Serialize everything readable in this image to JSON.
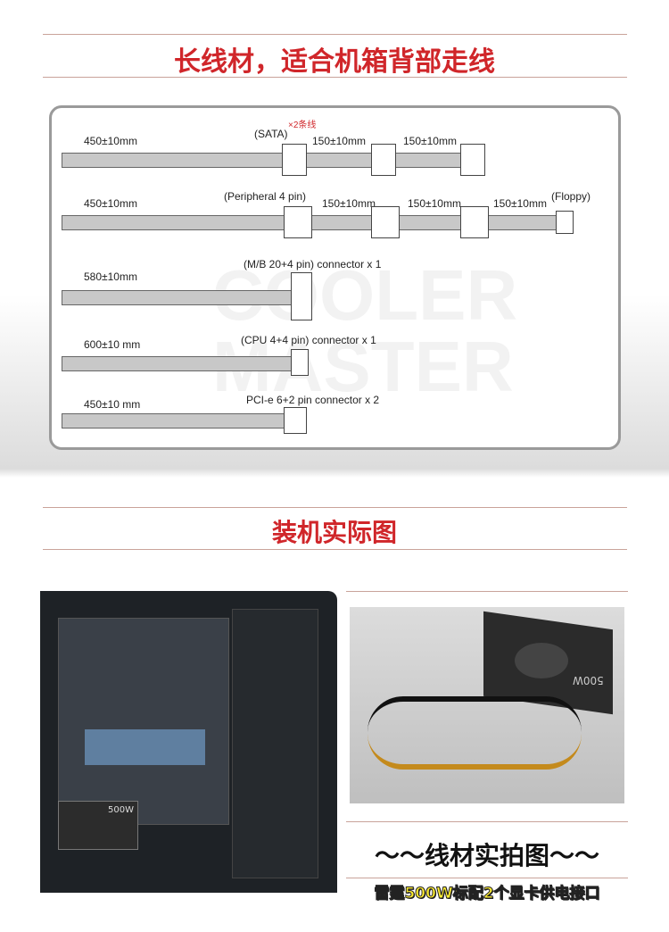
{
  "section1": {
    "title": "长线材，适合机箱背部走线"
  },
  "diagram": {
    "watermark": "COOLER MASTER",
    "rows": [
      {
        "lead": "450±10mm",
        "connector": "(SATA)",
        "note": "×2条线",
        "segments": [
          "150±10mm",
          "150±10mm"
        ]
      },
      {
        "lead": "450±10mm",
        "connector": "(Peripheral 4 pin)",
        "segments": [
          "150±10mm",
          "150±10mm",
          "150±10mm"
        ],
        "end": "(Floppy)"
      },
      {
        "lead": "580±10mm",
        "connector": "(M/B 20+4 pin) connector x 1"
      },
      {
        "lead": "600±10 mm",
        "connector": "(CPU 4+4 pin) connector x 1"
      },
      {
        "lead": "450±10 mm",
        "connector": "PCI-e 6+2 pin connector x 2"
      }
    ]
  },
  "section2": {
    "title": "装机实际图"
  },
  "photos": {
    "case_label": "500W",
    "psu_label": "500W",
    "caption": "～～线材实拍图～～",
    "highlight": "雷霆500W标配2个显卡供电接口"
  }
}
